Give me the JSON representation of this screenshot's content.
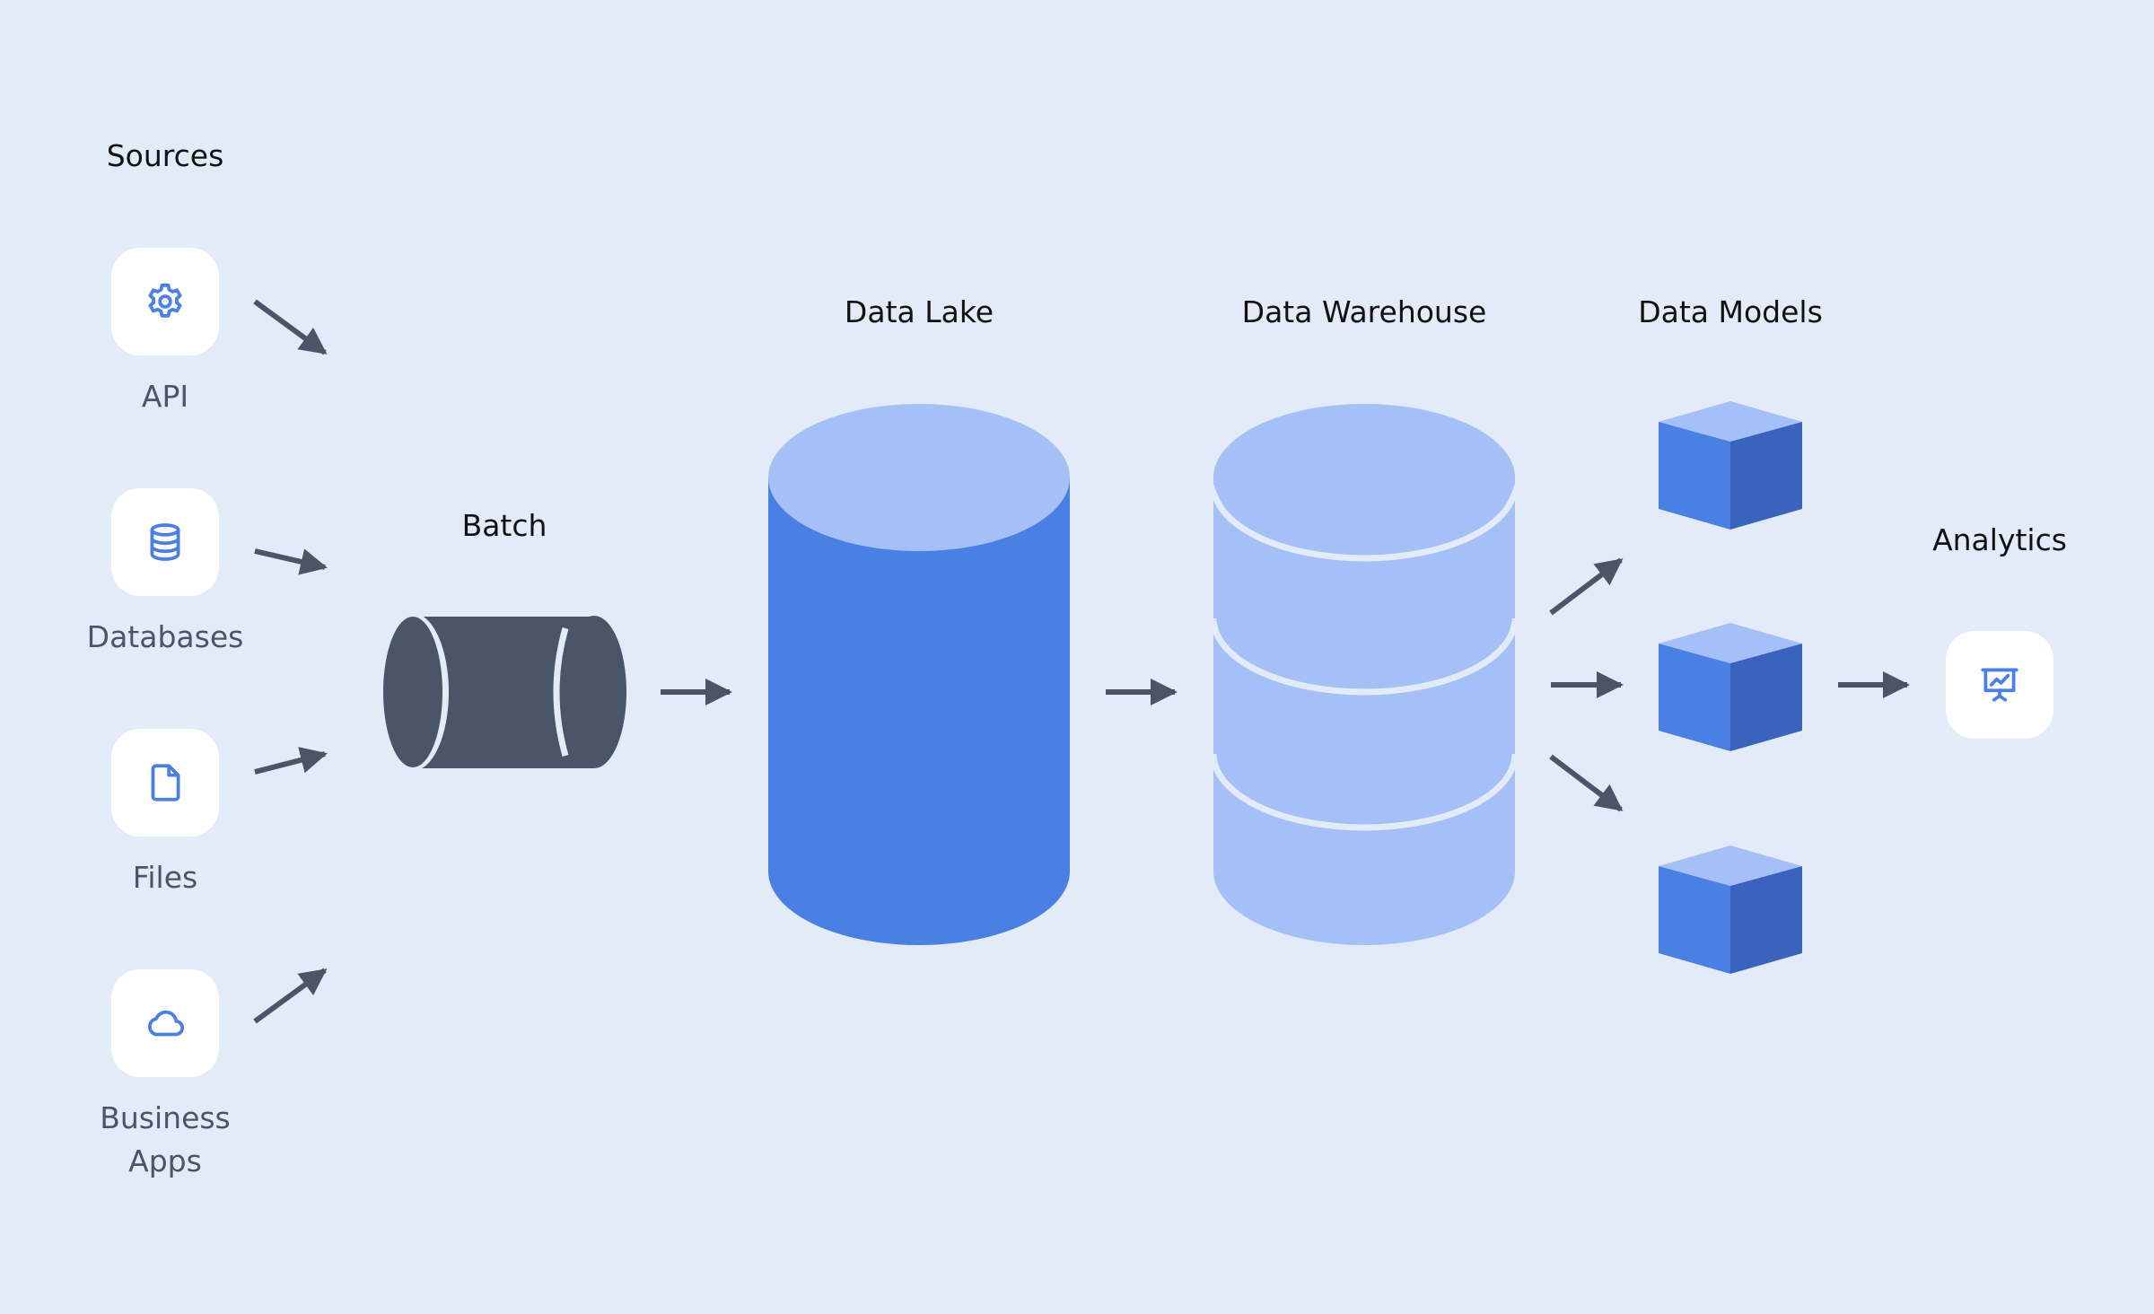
{
  "headings": {
    "sources": "Sources",
    "batch": "Batch",
    "data_lake": "Data Lake",
    "data_warehouse": "Data Warehouse",
    "data_models": "Data Models",
    "analytics": "Analytics"
  },
  "sources": [
    {
      "label": "API",
      "icon": "gear-icon"
    },
    {
      "label": "Databases",
      "icon": "database-icon"
    },
    {
      "label": "Files",
      "icon": "file-icon"
    },
    {
      "label": "Business Apps",
      "icon": "cloud-icon"
    }
  ],
  "analytics_icon": "presentation-chart-icon",
  "colors": {
    "background": "#e3ebf9",
    "primary_blue": "#4a7fe3",
    "light_blue": "#a5c0f7",
    "dark_blue": "#3a63bd",
    "slate": "#4b5568",
    "white": "#ffffff"
  }
}
